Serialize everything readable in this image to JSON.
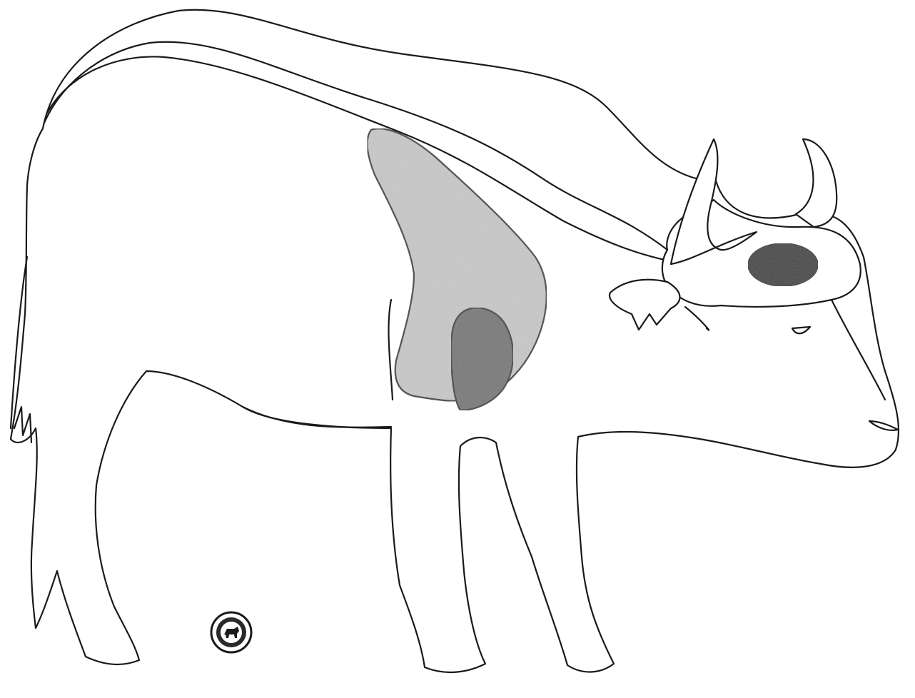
{
  "figure": {
    "subject": "buffalo-outline",
    "colors": {
      "background": "#ffffff",
      "outline": "#1a1a1a",
      "light_zone": "#c9c9c9",
      "mid_zone": "#6f6f6f",
      "dark_zone": "#1e1e1e"
    },
    "regions": [
      {
        "id": "shoulder-zone",
        "shade": "light"
      },
      {
        "id": "heart-zone",
        "shade": "mid"
      },
      {
        "id": "head-zone",
        "shade": "dark"
      }
    ],
    "icons": {
      "stamp": "circular-seal-icon"
    }
  }
}
